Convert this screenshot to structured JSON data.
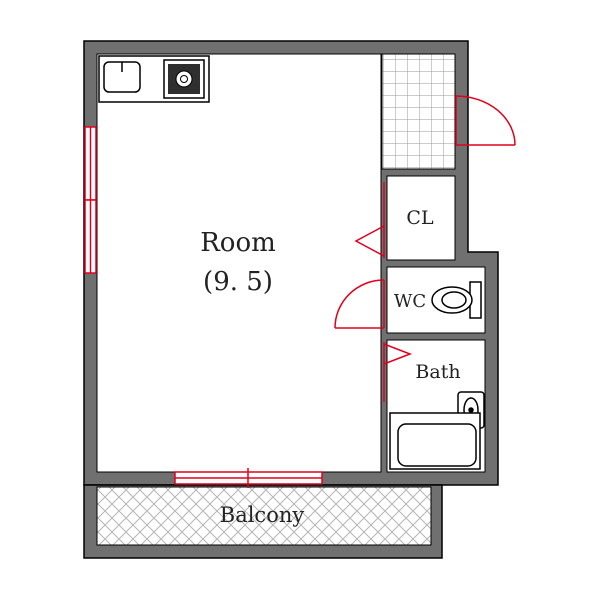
{
  "labels": {
    "room_name": "Room",
    "room_size": "(9. 5)",
    "closet": "CL",
    "wc": "WC",
    "bath": "Bath",
    "balcony": "Balcony"
  },
  "colors": {
    "wall": "#707070",
    "wall_outline": "#000000",
    "floor": "#ffffff",
    "door_window": "#e0001b",
    "tile_line": "#9a9a9a",
    "hatch": "#b5b5b5"
  },
  "icons": [
    "sink-icon",
    "stove-icon",
    "toilet-icon",
    "washbasin-icon",
    "bathtub-icon",
    "door-swing-icon",
    "window-icon"
  ]
}
